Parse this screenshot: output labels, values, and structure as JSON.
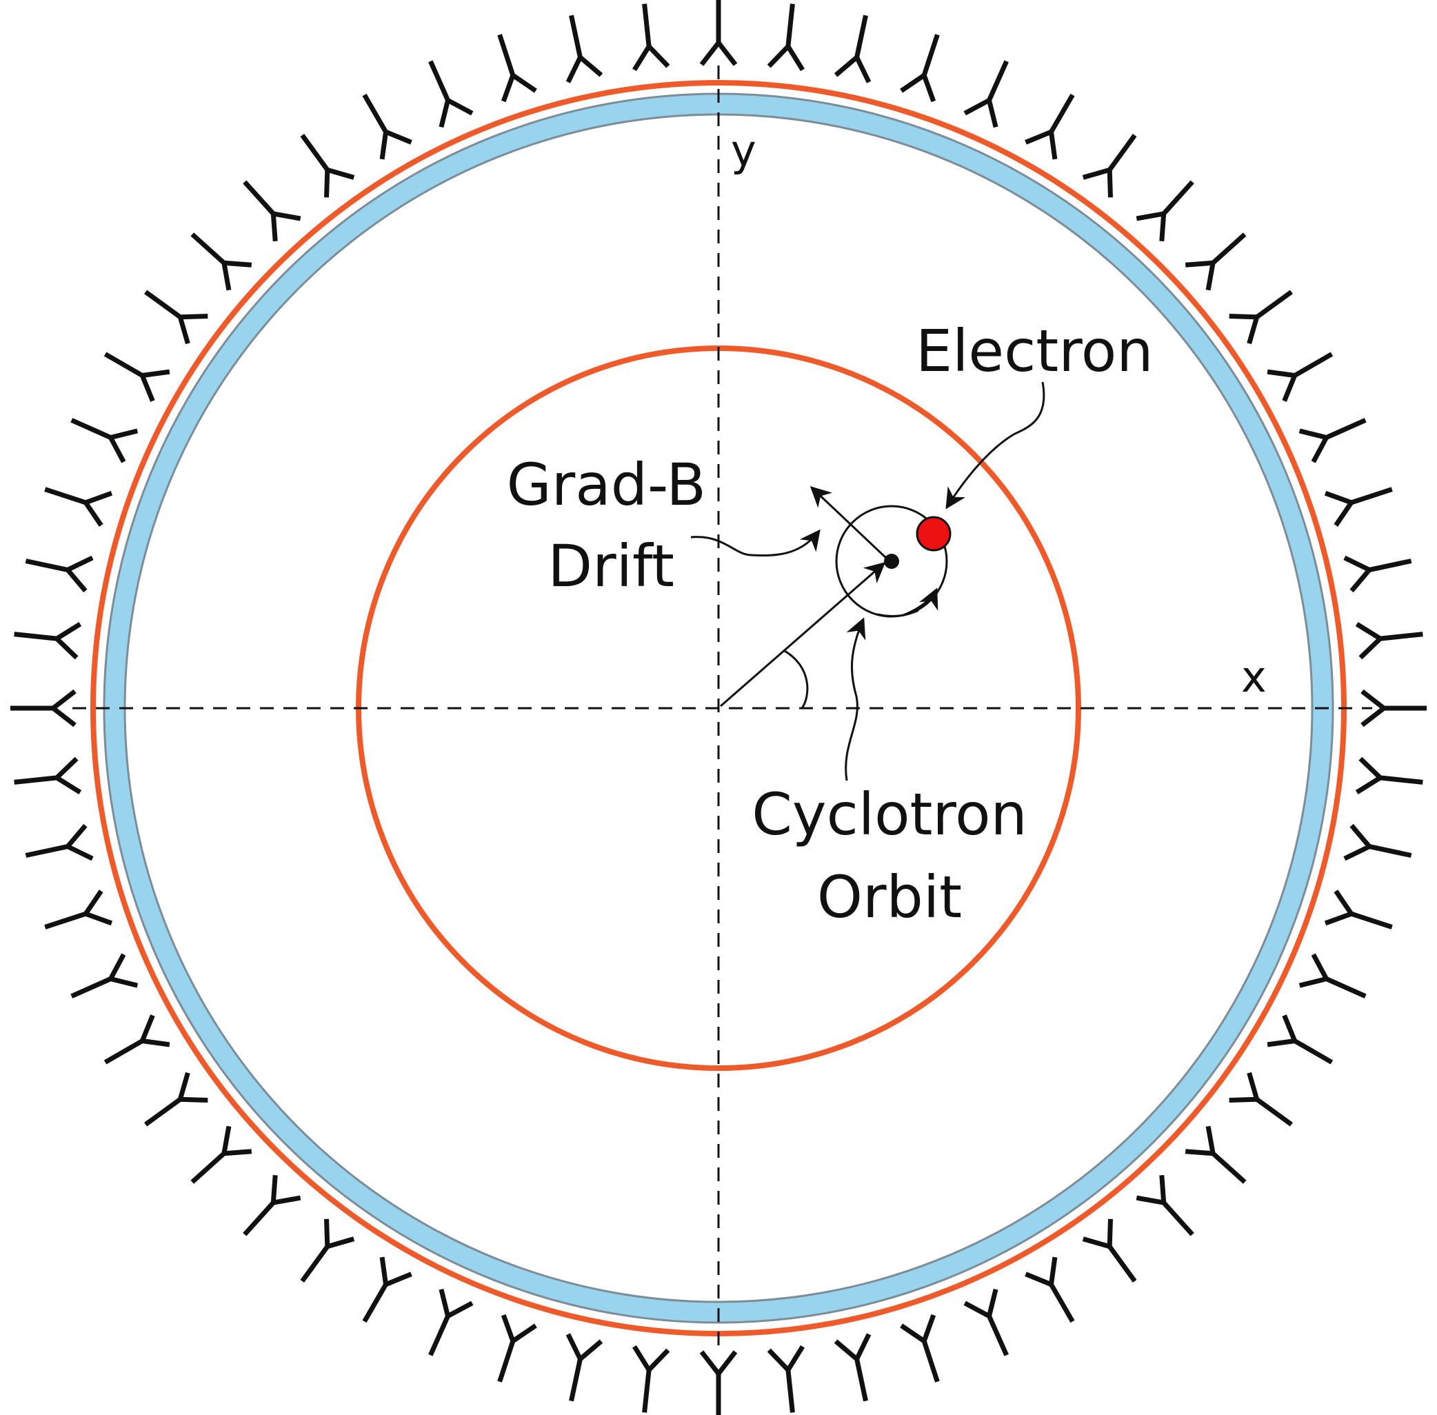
{
  "labels": {
    "y_axis": "y",
    "x_axis": "x",
    "electron": "Electron",
    "grad_b_line1": "Grad-B",
    "grad_b_line2": "Drift",
    "cyclotron_line1": "Cyclotron",
    "cyclotron_line2": "Orbit"
  },
  "colors": {
    "orange_ring": "#EE5A2A",
    "blue_band": "#98D4EE",
    "blue_band_edge": "#7D8C96",
    "electron": "#EE1111",
    "stroke": "#111111"
  },
  "symbols": {
    "antenna_count": 60,
    "antenna_icon": "y-shaped-antenna-icon"
  }
}
